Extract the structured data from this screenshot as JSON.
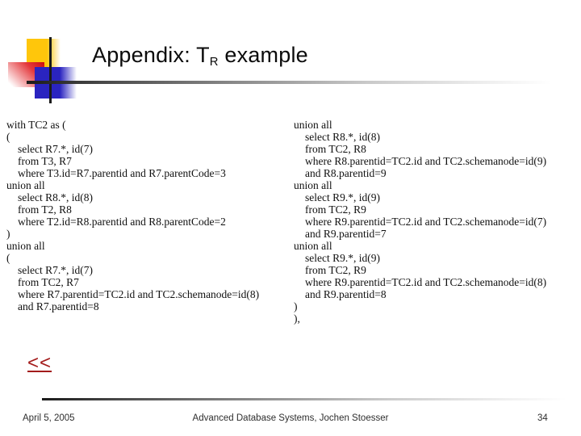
{
  "slide": {
    "title": {
      "text_main": "Appendix: T",
      "subscript": "R",
      "text_tail": " example"
    },
    "logo_colors": {
      "yellow": "#ffc60b",
      "red": "#d31414",
      "blue": "#2a24c0",
      "line": "#1b1b1b"
    },
    "code_left": [
      "with TC2 as (",
      "(",
      "  select R7.*, id(7)",
      "  from T3, R7",
      "  where T3.id=R7.parentid and R7.parentCode=3",
      "union all",
      "  select R8.*, id(8)",
      "  from T2, R8",
      "  where T2.id=R8.parentid and R8.parentCode=2",
      ")",
      "union all",
      "(",
      "  select R7.*, id(7)",
      "  from TC2, R7",
      "  where R7.parentid=TC2.id and TC2.schemanode=id(8)",
      "  and R7.parentid=8"
    ],
    "code_right": [
      "union all",
      "  select R8.*, id(8)",
      "  from TC2, R8",
      "  where R8.parentid=TC2.id and TC2.schemanode=id(9)",
      "  and R8.parentid=9",
      "union all",
      "  select R9.*, id(9)",
      "  from TC2, R9",
      "  where R9.parentid=TC2.id and TC2.schemanode=id(7)",
      "  and R9.parentid=7",
      "union all",
      "  select R9.*, id(9)",
      "  from TC2, R9",
      "  where R9.parentid=TC2.id and TC2.schemanode=id(8)",
      "  and R9.parentid=8",
      ")",
      "),"
    ],
    "back_link_label": "<<",
    "back_link_color": "#a31b1b",
    "footer": {
      "date": "April 5, 2005",
      "title": "Advanced Database Systems, Jochen Stoesser",
      "slide_number": "34"
    }
  }
}
